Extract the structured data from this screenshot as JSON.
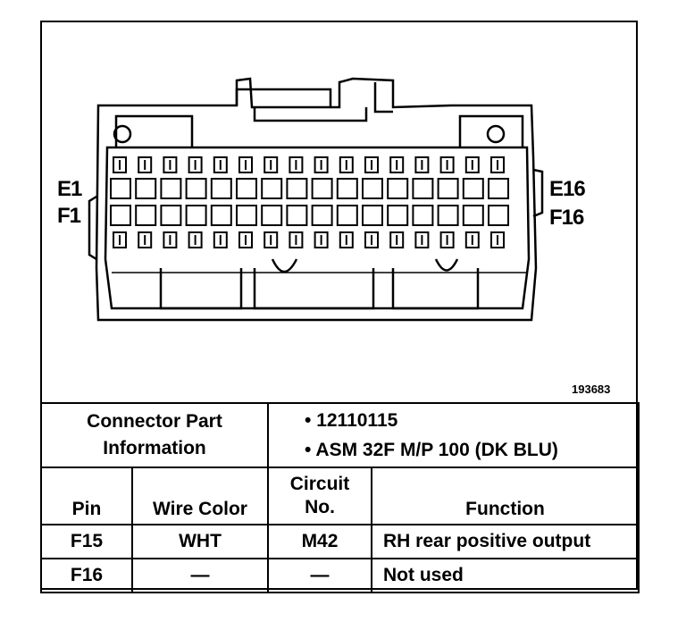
{
  "diagram": {
    "left_labels": [
      "E1",
      "F1"
    ],
    "right_labels": [
      "E16",
      "F16"
    ],
    "figure_number": "193683"
  },
  "connector_info": {
    "heading": "Connector Part Information",
    "heading_line1": "Connector Part",
    "heading_line2": "Information",
    "items": [
      "12110115",
      "ASM 32F M/P 100 (DK BLU)"
    ]
  },
  "table": {
    "headers": {
      "pin": "Pin",
      "wire_color": "Wire Color",
      "circuit_line1": "Circuit",
      "circuit_line2": "No.",
      "function": "Function"
    },
    "rows": [
      {
        "pin": "F15",
        "wire_color": "WHT",
        "circuit": "M42",
        "function": "RH rear positive output"
      },
      {
        "pin": "F16",
        "wire_color": "—",
        "circuit": "—",
        "function": "Not used"
      }
    ]
  }
}
